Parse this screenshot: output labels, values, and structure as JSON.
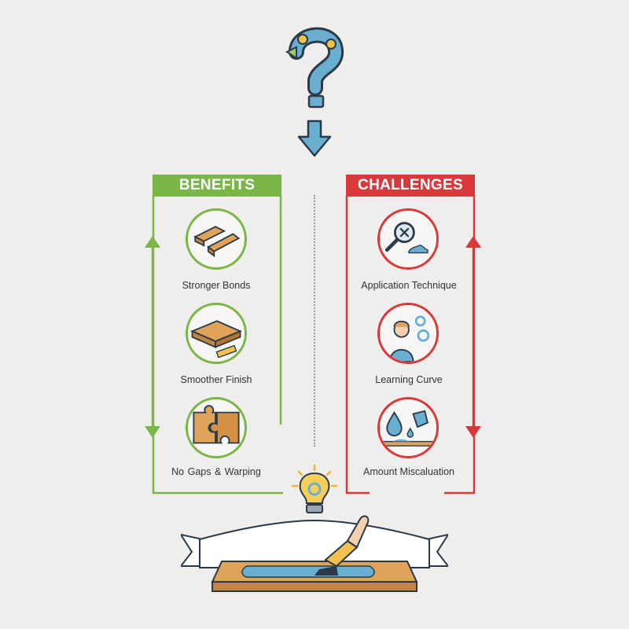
{
  "benefits": {
    "title": "BENEFITS",
    "color": "#7ab648",
    "items": [
      {
        "label": "Stronger Bonds",
        "icon": "wood-joint-icon"
      },
      {
        "label": "Smoother Finish",
        "icon": "wood-plank-level-icon"
      },
      {
        "label": "No Gaps & Warping",
        "icon": "puzzle-icon"
      }
    ]
  },
  "challenges": {
    "title": "CHALLENGES",
    "color": "#d9393b",
    "items": [
      {
        "label": "Application Technique",
        "icon": "magnifier-spill-icon"
      },
      {
        "label": "Learning Curve",
        "icon": "confused-person-gears-icon"
      },
      {
        "label": "Amount Miscaluation",
        "icon": "pouring-drops-icon"
      }
    ]
  },
  "top_icon": "question-mark-robot-arm-icon",
  "down_arrow_icon": "down-arrow-icon",
  "bottom_icons": [
    "lightbulb-gear-icon",
    "brush-spreading-glue-icon"
  ],
  "accent": "#6aaed0"
}
